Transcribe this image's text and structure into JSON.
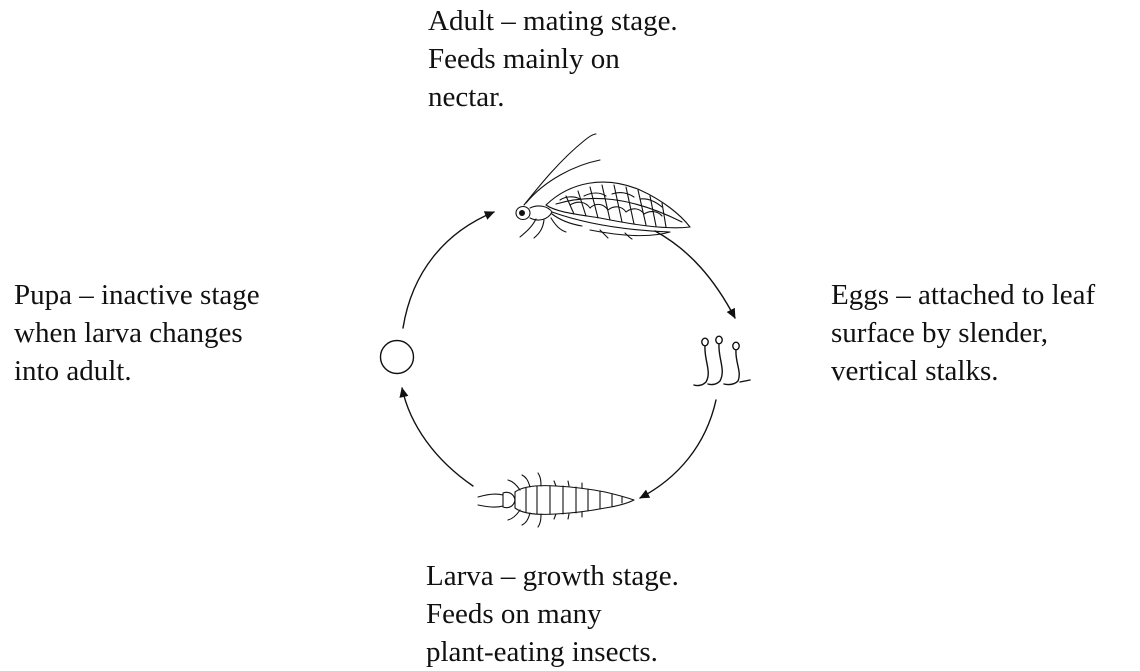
{
  "stages": {
    "adult": {
      "name": "Adult",
      "lines": [
        "Adult – mating stage.",
        "Feeds mainly on",
        "nectar."
      ]
    },
    "eggs": {
      "name": "Eggs",
      "lines": [
        "Eggs – attached to leaf",
        "surface by slender,",
        "vertical stalks."
      ]
    },
    "larva": {
      "name": "Larva",
      "lines": [
        "Larva – growth stage.",
        "Feeds on many",
        "plant-eating insects."
      ]
    },
    "pupa": {
      "name": "Pupa",
      "lines": [
        "Pupa – inactive stage",
        "when larva changes",
        "into adult."
      ]
    }
  },
  "colors": {
    "ink": "#111111",
    "background": "#ffffff"
  },
  "icons": {
    "adult": "lacewing-adult-icon",
    "eggs": "stalked-eggs-icon",
    "larva": "lacewing-larva-icon",
    "pupa": "pupa-circle-icon"
  }
}
